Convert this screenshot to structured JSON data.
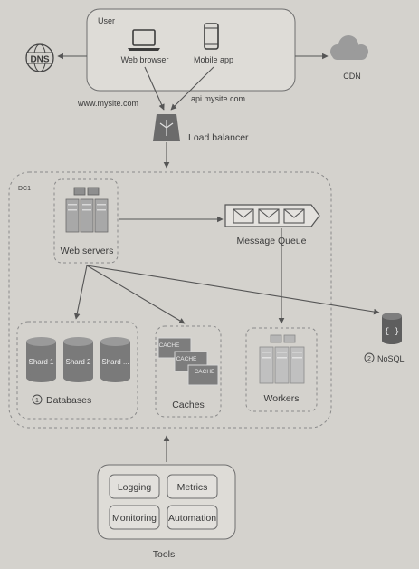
{
  "user": {
    "title": "User",
    "web_browser": "Web browser",
    "mobile_app": "Mobile app"
  },
  "dns": {
    "label": "DNS"
  },
  "cdn": {
    "label": "CDN"
  },
  "domains": {
    "www": "www.mysite.com",
    "api": "api.mysite.com"
  },
  "load_balancer": {
    "label": "Load balancer"
  },
  "dc1": {
    "label": "DC1"
  },
  "web_servers": {
    "label": "Web servers"
  },
  "message_queue": {
    "label": "Message Queue"
  },
  "databases": {
    "number": "1",
    "label": "Databases",
    "shards": [
      "Shard 1",
      "Shard 2",
      "Shard ..."
    ]
  },
  "caches": {
    "label": "Caches",
    "cards": [
      "CACHE",
      "CACHE",
      "CACHE"
    ]
  },
  "workers": {
    "label": "Workers"
  },
  "nosql": {
    "number": "2",
    "label": "NoSQL",
    "icon_glyph": "{ }"
  },
  "tools": {
    "label": "Tools",
    "items": [
      "Logging",
      "Metrics",
      "Monitoring",
      "Automation"
    ]
  }
}
